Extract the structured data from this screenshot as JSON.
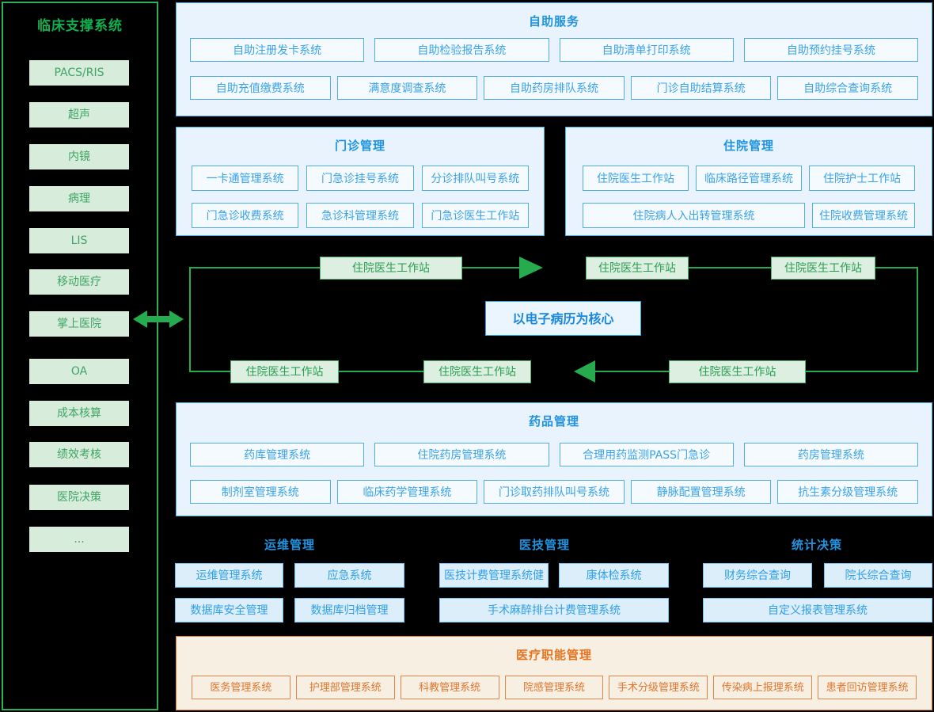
{
  "colors": {
    "background": "#000000",
    "green_accent": "#2bb157",
    "green_box_bg": "#dcefe0",
    "blue_accent": "#1f93e0",
    "blue_panel_bg": "#e8f3fd",
    "blue_panel_border": "#54ace5",
    "orange_accent": "#e5731f",
    "orange_panel_bg": "#f8efe3"
  },
  "sidebar": {
    "title": "临床支撑系统",
    "items": [
      "PACS/RIS",
      "超声",
      "内镜",
      "病理",
      "LIS",
      "移动医疗",
      "掌上医院",
      "OA",
      "成本核算",
      "绩效考核",
      "医院决策",
      "..."
    ]
  },
  "self_service": {
    "title": "自助服务",
    "row1": [
      "自助注册发卡系统",
      "自助检验报告系统",
      "自助清单打印系统",
      "自助预约挂号系统"
    ],
    "row2": [
      "自助充值缴费系统",
      "满意度调查系统",
      "自助药房排队系统",
      "门诊自助结算系统",
      "自助综合查询系统"
    ]
  },
  "outpatient": {
    "title": "门诊管理",
    "row1": [
      "一卡通管理系统",
      "门急诊挂号系统",
      "分诊排队叫号系统"
    ],
    "row2": [
      "门急诊收费系统",
      "急诊科管理系统",
      "门急诊医生工作站"
    ]
  },
  "inpatient": {
    "title": "住院管理",
    "row1": [
      "住院医生工作站",
      "临床路径管理系统",
      "住院护士工作站"
    ],
    "row2": [
      "住院病人入出转管理系统",
      "住院收费管理系统"
    ]
  },
  "emr_loop": {
    "center": "以电子病历为核心",
    "nodes": [
      "住院医生工作站",
      "住院医生工作站",
      "住院医生工作站",
      "住院医生工作站",
      "住院医生工作站",
      "住院医生工作站"
    ]
  },
  "pharmacy": {
    "title": "药品管理",
    "row1": [
      "药库管理系统",
      "住院药房管理系统",
      "合理用药监测PASS门急诊",
      "药房管理系统"
    ],
    "row2": [
      "制剂室管理系统",
      "临床药学管理系统",
      "门诊取药排队叫号系统",
      "静脉配置管理系统",
      "抗生素分级管理系统"
    ]
  },
  "ops": {
    "maintenance": {
      "title": "运维管理",
      "row1": [
        "运维管理系统",
        "应急系统"
      ],
      "row2": [
        "数据库安全管理",
        "数据库归档管理"
      ]
    },
    "medtech": {
      "title": "医技管理",
      "row1": [
        "医技计费管理系统健",
        "康体检系统"
      ],
      "row2": [
        "手术麻醉排台计费管理系统"
      ]
    },
    "statistics": {
      "title": "统计决策",
      "row1": [
        "财务综合查询",
        "院长综合查询"
      ],
      "row2": [
        "自定义报表管理系统"
      ]
    }
  },
  "medical_admin": {
    "title": "医疗职能管理",
    "items": [
      "医务管理系统",
      "护理部管理系统",
      "科教管理系统",
      "院感管理系统",
      "手术分级管理系统",
      "传染病上报理系统",
      "患者回访管理系统"
    ]
  }
}
